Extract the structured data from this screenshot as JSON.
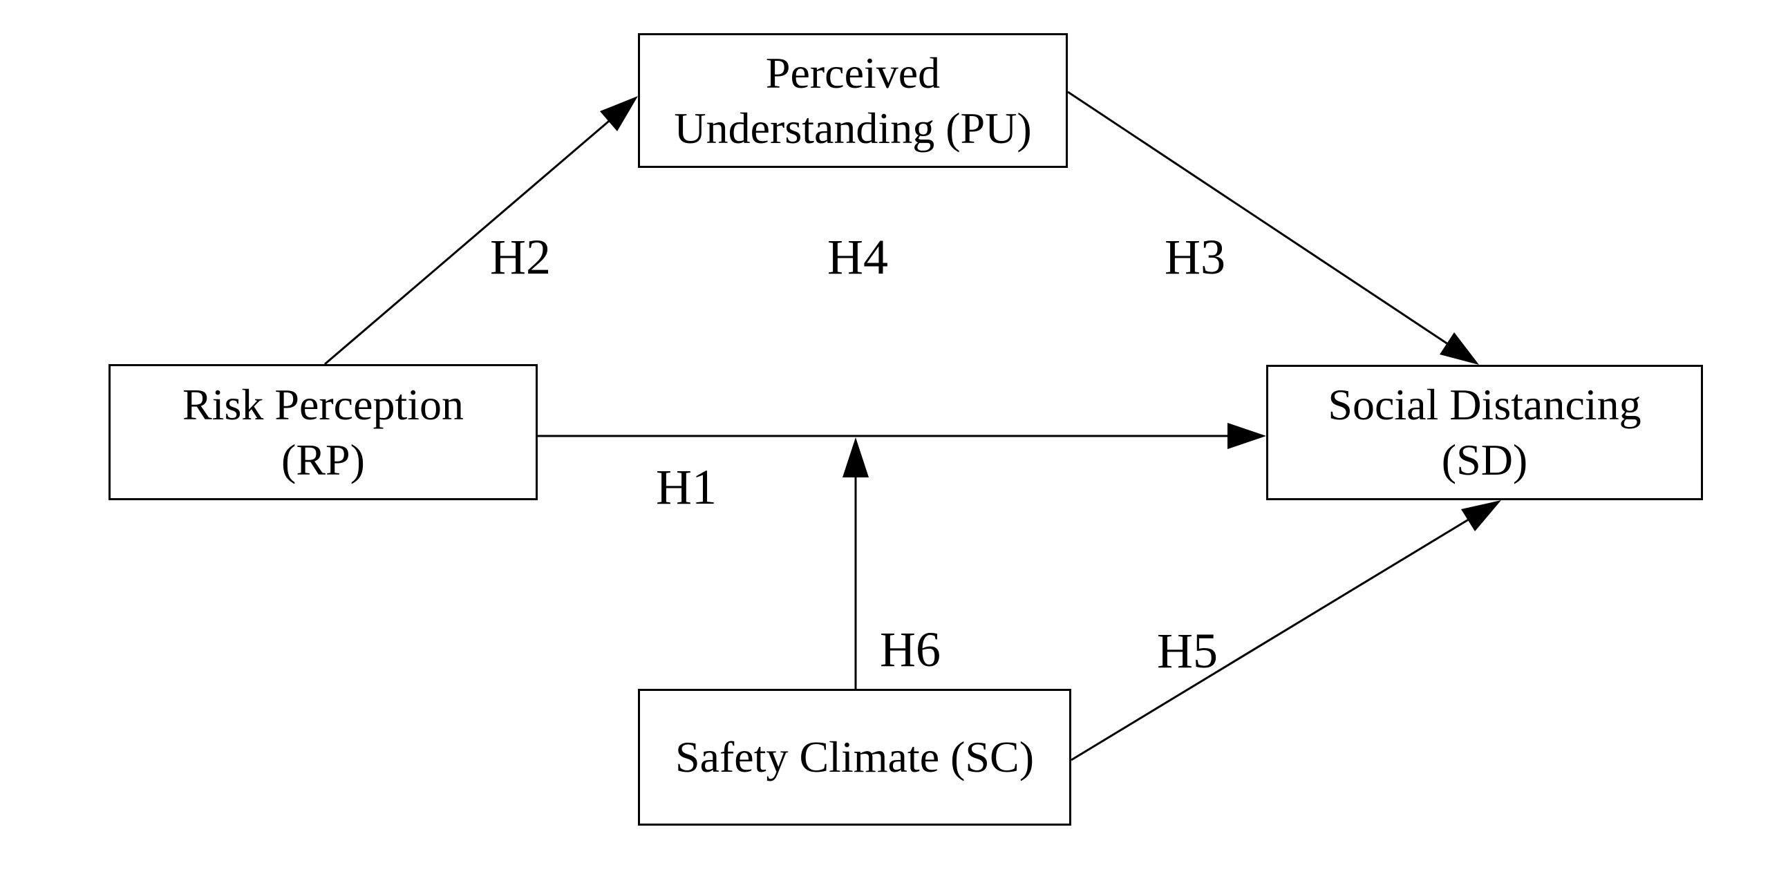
{
  "diagram": {
    "background_color": "#ffffff",
    "line_color": "#000000",
    "nodes": {
      "pu": {
        "label": "Perceived\nUnderstanding (PU)"
      },
      "rp": {
        "label": "Risk Perception\n(RP)"
      },
      "sd": {
        "label": "Social Distancing\n(SD)"
      },
      "sc": {
        "label": "Safety Climate (SC)"
      }
    },
    "edges": {
      "h1": {
        "label": "H1",
        "from": "Risk Perception (RP)",
        "to": "Social Distancing (SD)"
      },
      "h2": {
        "label": "H2",
        "from": "Risk Perception (RP)",
        "to": "Perceived Understanding (PU)"
      },
      "h3": {
        "label": "H3",
        "from": "Perceived Understanding (PU)",
        "to": "Social Distancing (SD)"
      },
      "h4": {
        "label": "H4"
      },
      "h5": {
        "label": "H5",
        "from": "Safety Climate (SC)",
        "to": "Social Distancing (SD)"
      },
      "h6": {
        "label": "H6",
        "from": "Safety Climate (SC)",
        "to": "H1 arrow"
      }
    }
  }
}
